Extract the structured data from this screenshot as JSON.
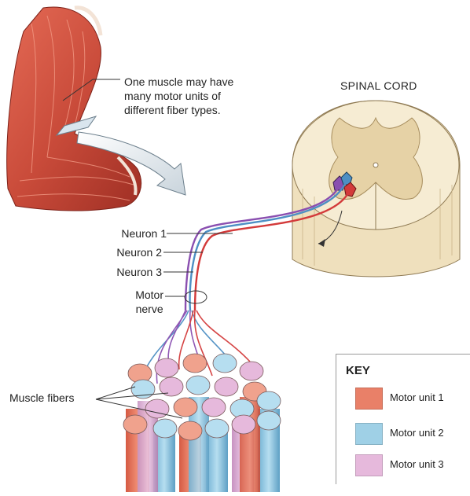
{
  "callout": {
    "line1": "One muscle may have",
    "line2": "many motor units of",
    "line3": "different fiber types."
  },
  "spinal_cord_label": "SPINAL CORD",
  "neurons": {
    "neuron1": "Neuron 1",
    "neuron2": "Neuron 2",
    "neuron3": "Neuron 3",
    "motor_nerve_line1": "Motor",
    "motor_nerve_line2": "nerve"
  },
  "muscle_fibers_label": "Muscle fibers",
  "key": {
    "title": "KEY",
    "items": [
      {
        "label": "Motor unit 1",
        "color": "#e98068"
      },
      {
        "label": "Motor unit 2",
        "color": "#9fd0e6"
      },
      {
        "label": "Motor unit 3",
        "color": "#e6b9dc"
      }
    ]
  },
  "colors": {
    "muscle": "#c94b3a",
    "cord_white": "#f5ecd6",
    "cord_gray": "#e2cfa4",
    "neuron1": "#d33a3a",
    "neuron2": "#4d8fc4",
    "neuron3": "#8a4fb0"
  }
}
